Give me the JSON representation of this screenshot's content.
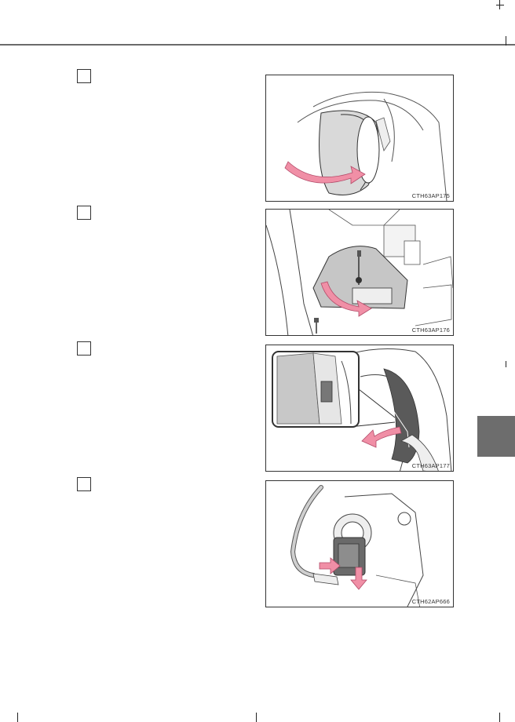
{
  "page": {
    "steps": [
      {
        "figure_code": "CTH63AP175"
      },
      {
        "figure_code": "CTH63AP176"
      },
      {
        "figure_code": "CTH63AP177"
      },
      {
        "figure_code": "CTH62AP666"
      }
    ]
  },
  "colors": {
    "rule": "#6b6b6b",
    "side_tab": "#6d6d6d",
    "arrow": "#f08fa6",
    "line": "#333333"
  }
}
